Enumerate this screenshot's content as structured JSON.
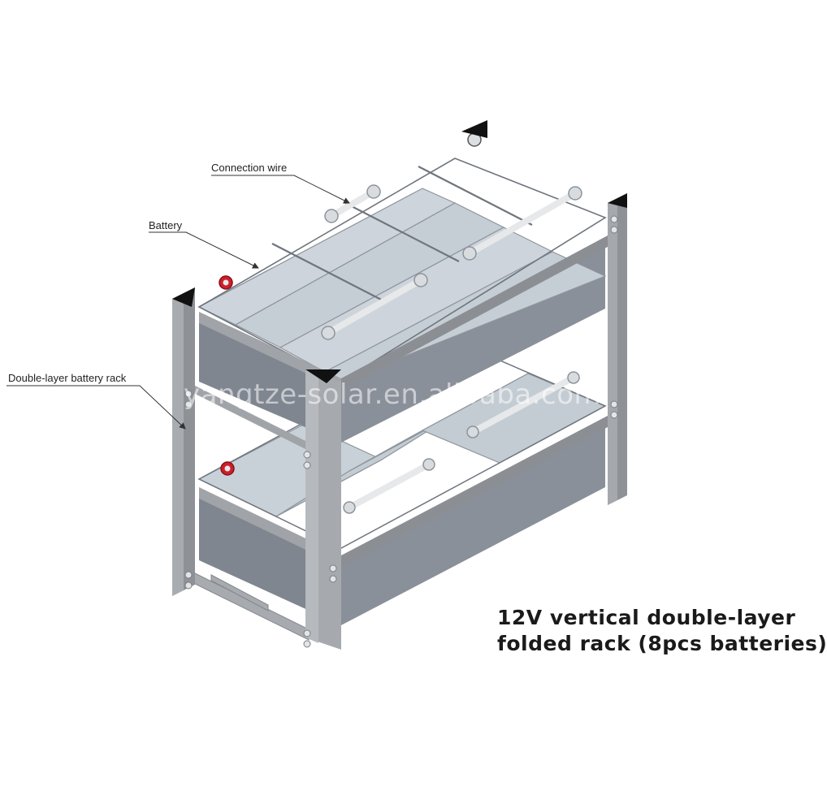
{
  "labels": {
    "connection_wire": "Connection wire",
    "battery": "Battery",
    "rack": "Double-layer battery rack"
  },
  "caption": {
    "line1": "12V vertical double-layer",
    "line2": "folded rack (8pcs batteries)"
  },
  "watermark": "yangtze-solar.en.alibaba.com",
  "terminal_marks": {
    "positive": "+",
    "negative": "-"
  },
  "colors": {
    "battery_top": "#c9d1d8",
    "battery_side": "#7f8690",
    "rack_steel": "#9a9da2",
    "rack_dark": "#74777c",
    "positive_terminal": "#cc1f2a",
    "background": "#ffffff"
  },
  "counts": {
    "layers": 2,
    "batteries_per_layer": 4
  }
}
